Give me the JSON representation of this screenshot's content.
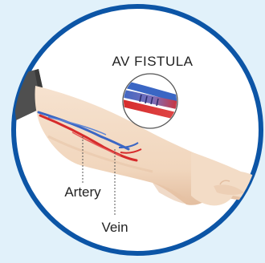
{
  "diagram": {
    "title": "AV FISTULA",
    "labels": {
      "artery": "Artery",
      "vein": "Vein"
    }
  },
  "colors": {
    "page_background": "#e1f1fa",
    "circle_border": "#0c55a6",
    "circle_fill": "#ffffff",
    "skin": "#f3dcc6",
    "skin_shade": "#e6c2a4",
    "sleeve": "#4f4f4f",
    "artery": "#d62b2b",
    "vein": "#3a66c4",
    "text": "#222222"
  }
}
